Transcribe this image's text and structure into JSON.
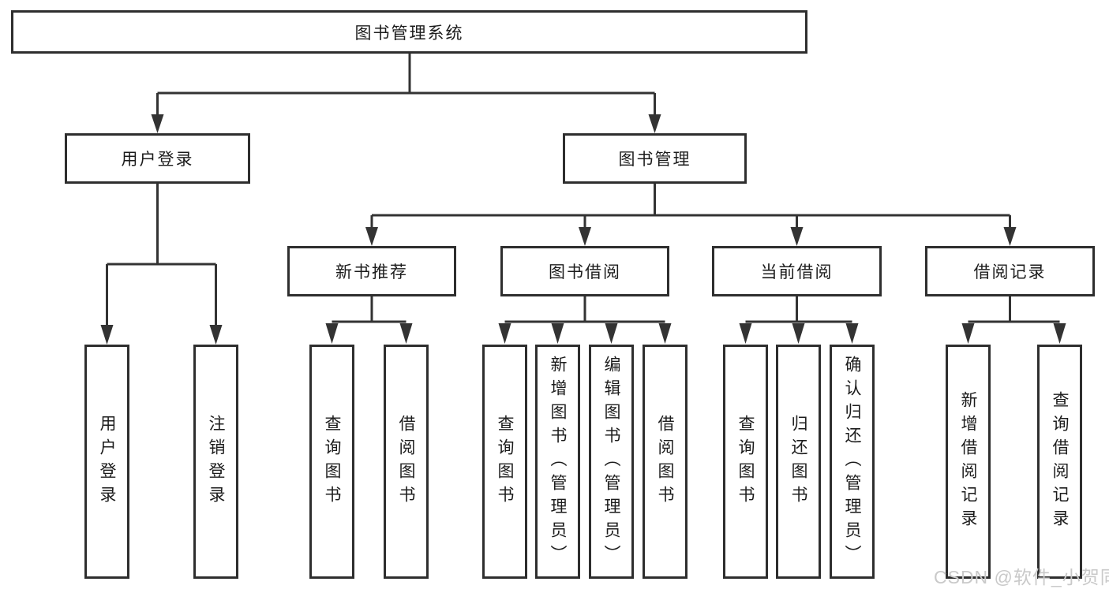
{
  "diagram": {
    "title": "图书管理系统",
    "root": {
      "label": "图书管理系统"
    },
    "level2": [
      {
        "id": "user-login-module",
        "label": "用户登录"
      },
      {
        "id": "book-management",
        "label": "图书管理"
      }
    ],
    "level3": [
      {
        "id": "new-book-recommend",
        "label": "新书推荐"
      },
      {
        "id": "book-borrow",
        "label": "图书借阅"
      },
      {
        "id": "current-borrow",
        "label": "当前借阅"
      },
      {
        "id": "borrow-records",
        "label": "借阅记录"
      }
    ],
    "leaves": [
      {
        "id": "user-login",
        "label": "用户登录"
      },
      {
        "id": "logout",
        "label": "注销登录"
      },
      {
        "id": "query-books-1",
        "label": "查询图书"
      },
      {
        "id": "borrow-book-1",
        "label": "借阅图书"
      },
      {
        "id": "query-books-2",
        "label": "查询图书"
      },
      {
        "id": "add-book-admin",
        "label": "新增图书（管理员）"
      },
      {
        "id": "edit-book-admin",
        "label": "编辑图书（管理员）"
      },
      {
        "id": "borrow-book-2",
        "label": "借阅图书"
      },
      {
        "id": "query-books-3",
        "label": "查询图书"
      },
      {
        "id": "return-book",
        "label": "归还图书"
      },
      {
        "id": "confirm-return-admin",
        "label": "确认归还（管理员）"
      },
      {
        "id": "add-borrow-record",
        "label": "新增借阅记录"
      },
      {
        "id": "query-borrow-record",
        "label": "查询借阅记录"
      }
    ],
    "watermark": "CSDN @软件_小贺同学",
    "colors": {
      "line": "#333333",
      "box_border": "#2e2e2e",
      "text": "#1c1c1c",
      "watermark": "#c9c9c9",
      "background": "#ffffff"
    }
  }
}
